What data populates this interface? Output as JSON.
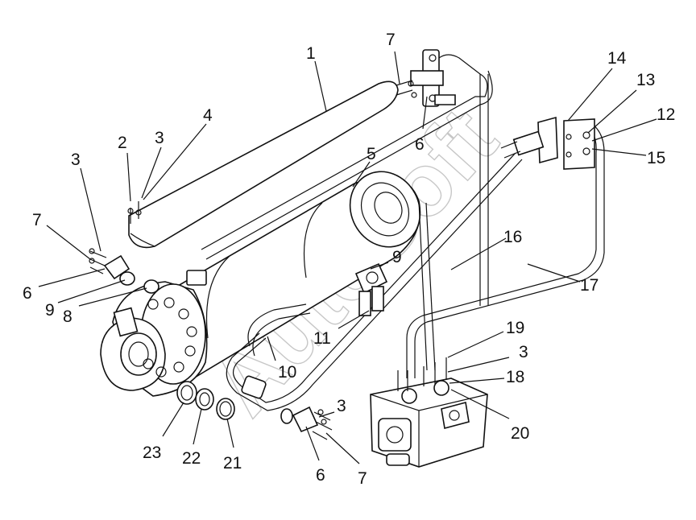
{
  "diagram": {
    "watermark": "AutoSoft",
    "callouts": [
      {
        "id": "c1",
        "text": "1"
      },
      {
        "id": "c2",
        "text": "2"
      },
      {
        "id": "c3a",
        "text": "3"
      },
      {
        "id": "c4",
        "text": "4"
      },
      {
        "id": "c3b",
        "text": "3"
      },
      {
        "id": "c7a",
        "text": "7"
      },
      {
        "id": "c6a",
        "text": "6"
      },
      {
        "id": "c9a",
        "text": "9"
      },
      {
        "id": "c8",
        "text": "8"
      },
      {
        "id": "c7b",
        "text": "7"
      },
      {
        "id": "c6b",
        "text": "6"
      },
      {
        "id": "c5",
        "text": "5"
      },
      {
        "id": "c14",
        "text": "14"
      },
      {
        "id": "c13",
        "text": "13"
      },
      {
        "id": "c12",
        "text": "12"
      },
      {
        "id": "c15",
        "text": "15"
      },
      {
        "id": "c16",
        "text": "16"
      },
      {
        "id": "c17",
        "text": "17"
      },
      {
        "id": "c9b",
        "text": "9"
      },
      {
        "id": "c11",
        "text": "11"
      },
      {
        "id": "c10",
        "text": "10"
      },
      {
        "id": "c19",
        "text": "19"
      },
      {
        "id": "c3c",
        "text": "3"
      },
      {
        "id": "c18",
        "text": "18"
      },
      {
        "id": "c20",
        "text": "20"
      },
      {
        "id": "c3d",
        "text": "3"
      },
      {
        "id": "c6c",
        "text": "6"
      },
      {
        "id": "c7c",
        "text": "7"
      },
      {
        "id": "c23",
        "text": "23"
      },
      {
        "id": "c22",
        "text": "22"
      },
      {
        "id": "c21",
        "text": "21"
      }
    ]
  }
}
